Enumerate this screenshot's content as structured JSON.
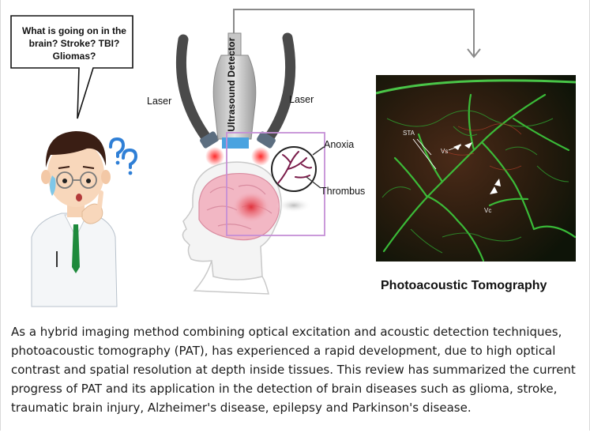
{
  "speech_bubble": {
    "text": "What is going on in the brain? Stroke? TBI? Gliomas?"
  },
  "labels": {
    "laser_left": "Laser",
    "laser_right": "Laser",
    "detector": "Ultrasound Detector",
    "anoxia": "Anoxia",
    "thrombus": "Thrombus",
    "sta": "STA",
    "vs": "Vs",
    "vc": "Vc"
  },
  "pat_title": "Photoacoustic Tomography",
  "description": "As a hybrid imaging method combining optical excitation and acoustic detection techniques, photoacoustic tomography (PAT), has experienced a rapid development, due to high optical contrast and spatial resolution at depth inside tissues. This review has summarized the current progress of PAT and its application in the detection of brain diseases such as glioma, stroke, traumatic brain injury, Alzheimer's disease, epilepsy and Parkinson's disease.",
  "colors": {
    "laser_red": "#e8202a",
    "brain_pink": "#f2b7c4",
    "focus_red": "#e0303a",
    "roi_purple": "#c58fd6",
    "vessel_green": "#3dcc3d",
    "tie_green": "#1e8a3c",
    "probe_blue": "#4aa3e0",
    "cable_gray": "#4a4a4a"
  },
  "icons": [
    "question-marks-icon",
    "arrow-down-icon"
  ]
}
